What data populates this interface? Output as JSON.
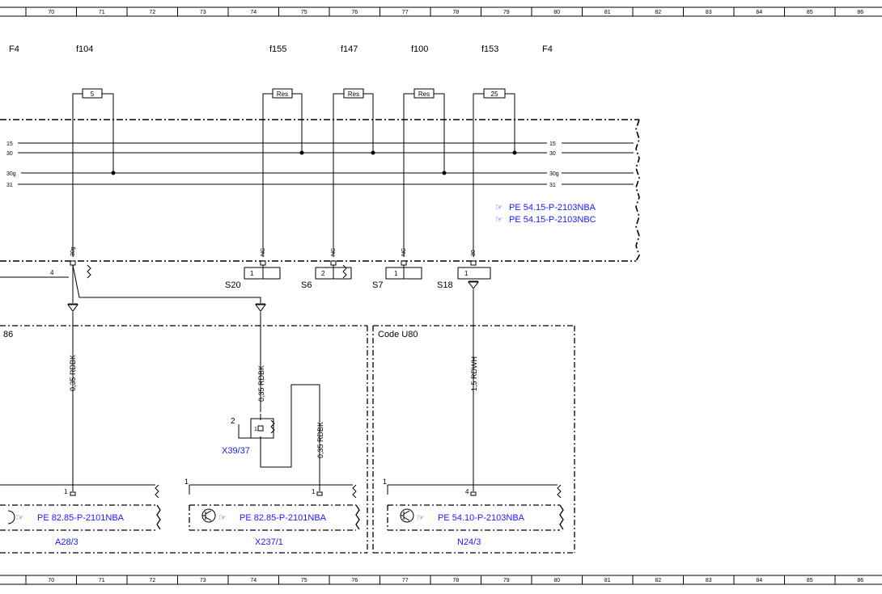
{
  "grid_columns": [
    "70",
    "71",
    "72",
    "73",
    "74",
    "75",
    "76",
    "77",
    "78",
    "79",
    "80",
    "81",
    "82",
    "83",
    "84",
    "85",
    "86"
  ],
  "fuse_box_label_left": "F4",
  "fuse_box_label_right": "F4",
  "fuses": [
    {
      "id": "f104",
      "rating": "5"
    },
    {
      "id": "f155",
      "rating": "Res"
    },
    {
      "id": "f147",
      "rating": "Res"
    },
    {
      "id": "f100",
      "rating": "Res"
    },
    {
      "id": "f153",
      "rating": "25"
    }
  ],
  "bus_lines": {
    "l15_left": "15",
    "l30_left": "30",
    "l30g_left": "30g",
    "l31_left": "31",
    "l15_right": "15",
    "l30_right": "30",
    "l30g_right": "30g",
    "l31_right": "31"
  },
  "pe_refs_fusebox": [
    "PE 54.15-P-2103NBA",
    "PE 54.15-P-2103NBC"
  ],
  "pins": {
    "p1": "30g",
    "p2": "NC",
    "p3": "NC",
    "p4": "NC",
    "p5": "30",
    "pin_left": "4"
  },
  "switches": [
    {
      "label": "S20",
      "box": "1"
    },
    {
      "label": "S6",
      "box": "2"
    },
    {
      "label": "S7",
      "box": "1"
    },
    {
      "label": "S18",
      "box": "1"
    }
  ],
  "region_left_label": "86",
  "region_code_label": "Code U80",
  "wires": {
    "w1": "0,35 RDBK",
    "w2": "0,35 RDBK",
    "w3": "0,35 RDBK",
    "w4": "1,5 RDWH"
  },
  "connector": {
    "label": "X39/37",
    "pin_outer": "2",
    "pin_inner": "1"
  },
  "components": [
    {
      "label": "A28/3",
      "ref": "PE 82.85-P-2101NBA",
      "pin": "1"
    },
    {
      "label": "X237/1",
      "ref": "PE 82.85-P-2101NBA",
      "pin": "1",
      "pin_left": "1"
    },
    {
      "label": "N24/3",
      "ref": "PE 54.10-P-2103NBA",
      "pin": "4",
      "pin_left": "1"
    }
  ],
  "colors": {
    "link": "#1a1aff",
    "line": "#000000"
  }
}
